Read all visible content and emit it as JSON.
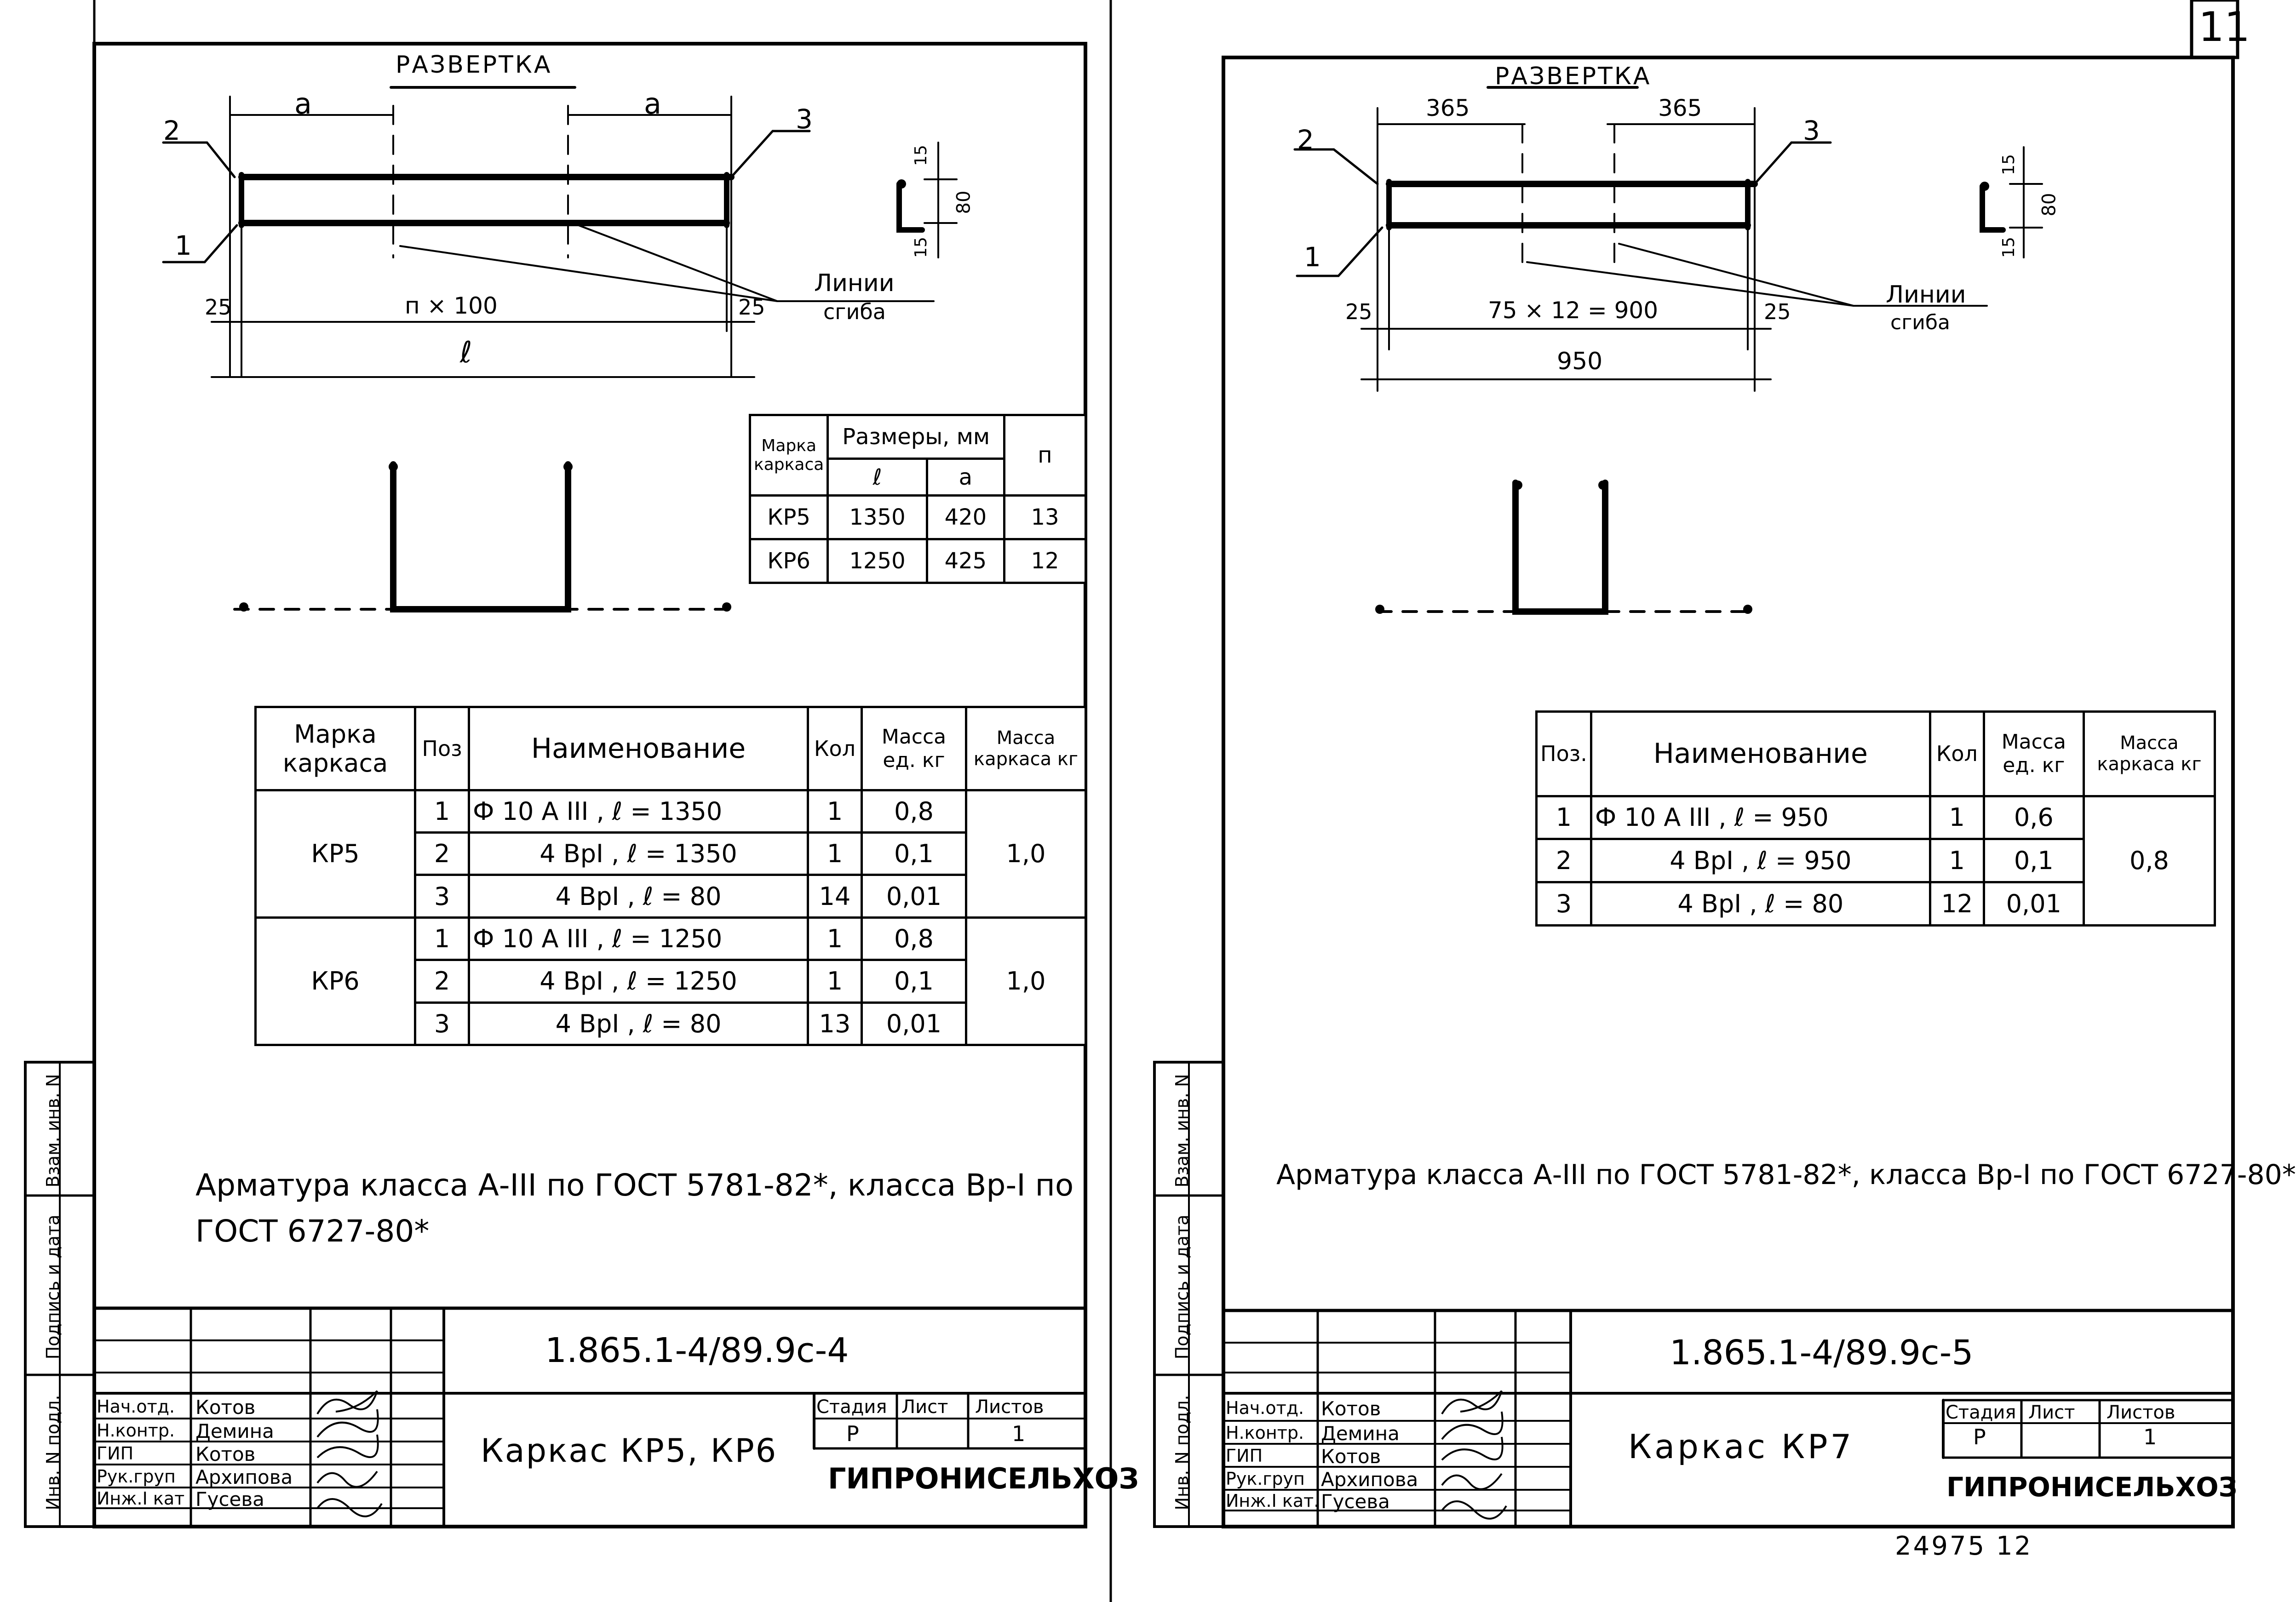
{
  "sheet_number": "11",
  "archive_number": "24975 12",
  "left": {
    "razvertka": "РАЗВЕРТКА",
    "dim_a_left": "a",
    "dim_a_right": "a",
    "label_2": "2",
    "label_3": "3",
    "label_1": "1",
    "dim_25_left": "25",
    "dim_25_right": "25",
    "dim_n100": "п × 100",
    "dim_l": "ℓ",
    "bend_lines_1": "Линии",
    "bend_lines_2": "сгиба",
    "section_dims": [
      "15",
      "80",
      "15"
    ],
    "size_table": {
      "h_mark": "Марка каркаса",
      "h_sizes": "Размеры, мм",
      "h_l": "ℓ",
      "h_a": "a",
      "h_n": "п",
      "rows": [
        {
          "mark": "КР5",
          "l": "1350",
          "a": "420",
          "n": "13"
        },
        {
          "mark": "КР6",
          "l": "1250",
          "a": "425",
          "n": "12"
        }
      ]
    },
    "spec": {
      "h_mark": "Марка каркаса",
      "h_pos": "Поз",
      "h_name": "Наименование",
      "h_qty": "Кол",
      "h_unit_mass": "Масса ед. кг",
      "h_frame_mass": "Масса каркаса кг",
      "groups": [
        {
          "mark": "КР5",
          "frame_mass": "1,0",
          "rows": [
            {
              "pos": "1",
              "name": "Ф 10 А III ,  ℓ = 1350",
              "qty": "1",
              "mass": "0,8"
            },
            {
              "pos": "2",
              "name": "4 ВрI ,  ℓ = 1350",
              "qty": "1",
              "mass": "0,1"
            },
            {
              "pos": "3",
              "name": "4 ВрI ,  ℓ = 80",
              "qty": "14",
              "mass": "0,01"
            }
          ]
        },
        {
          "mark": "КР6",
          "frame_mass": "1,0",
          "rows": [
            {
              "pos": "1",
              "name": "Ф 10 А III ,  ℓ = 1250",
              "qty": "1",
              "mass": "0,8"
            },
            {
              "pos": "2",
              "name": "4 ВрI ,  ℓ = 1250",
              "qty": "1",
              "mass": "0,1"
            },
            {
              "pos": "3",
              "name": "4 ВрI ,  ℓ = 80",
              "qty": "13",
              "mass": "0,01"
            }
          ]
        }
      ]
    },
    "note_line1": "Арматура класса А-III по ГОСТ 5781-82*, класса Вр-I по",
    "note_line2": "ГОСТ 6727-80*",
    "doc_code": "1.865.1-4/89.9с-4",
    "title": "Каркас КР5, КР6",
    "stage_h": "Стадия",
    "sheet_h": "Лист",
    "sheets_h": "Листов",
    "stage": "Р",
    "sheets": "1",
    "org": "ГИПРОНИСЕЛЬХОЗ",
    "people": [
      {
        "role": "Нач.отд.",
        "name": "Котов"
      },
      {
        "role": "Н.контр.",
        "name": "Демина"
      },
      {
        "role": "ГИП",
        "name": "Котов"
      },
      {
        "role": "Рук.груп",
        "name": "Архипова"
      },
      {
        "role": "Инж.I кат",
        "name": "Гусева"
      }
    ],
    "side_stamp": [
      "Инв. N подл.",
      "Подпись и дата",
      "Взам. инв. N"
    ]
  },
  "right": {
    "razvertka": "РАЗВЕРТКА",
    "dim_365_left": "365",
    "dim_365_right": "365",
    "label_2": "2",
    "label_3": "3",
    "label_1": "1",
    "dim_25_left": "25",
    "dim_25_right": "25",
    "dim_mid": "75 × 12 = 900",
    "dim_total": "950",
    "bend_lines_1": "Линии",
    "bend_lines_2": "сгиба",
    "section_dims": [
      "15",
      "80",
      "15"
    ],
    "spec": {
      "h_pos": "Поз.",
      "h_name": "Наименование",
      "h_qty": "Кол",
      "h_unit_mass": "Масса ед. кг",
      "h_frame_mass": "Масса каркаса кг",
      "frame_mass": "0,8",
      "rows": [
        {
          "pos": "1",
          "name": "Ф 10 А III ,  ℓ = 950",
          "qty": "1",
          "mass": "0,6"
        },
        {
          "pos": "2",
          "name": "4 ВрI ,  ℓ = 950",
          "qty": "1",
          "mass": "0,1"
        },
        {
          "pos": "3",
          "name": "4 ВрI ,  ℓ = 80",
          "qty": "12",
          "mass": "0,01"
        }
      ]
    },
    "note": "Арматура класса А-III по ГОСТ 5781-82*, класса Вр-I по ГОСТ 6727-80*",
    "doc_code": "1.865.1-4/89.9с-5",
    "title": "Каркас КР7",
    "stage_h": "Стадия",
    "sheet_h": "Лист",
    "sheets_h": "Листов",
    "stage": "Р",
    "sheets": "1",
    "org": "ГИПРОНИСЕЛЬХОЗ",
    "people": [
      {
        "role": "Нач.отд.",
        "name": "Котов"
      },
      {
        "role": "Н.контр.",
        "name": "Демина"
      },
      {
        "role": "ГИП",
        "name": "Котов"
      },
      {
        "role": "Рук.груп",
        "name": "Архипова"
      },
      {
        "role": "Инж.I кат.",
        "name": "Гусева"
      }
    ],
    "side_stamp": [
      "Инв. N подл.",
      "Подпись и дата",
      "Взам. инв. N"
    ]
  }
}
